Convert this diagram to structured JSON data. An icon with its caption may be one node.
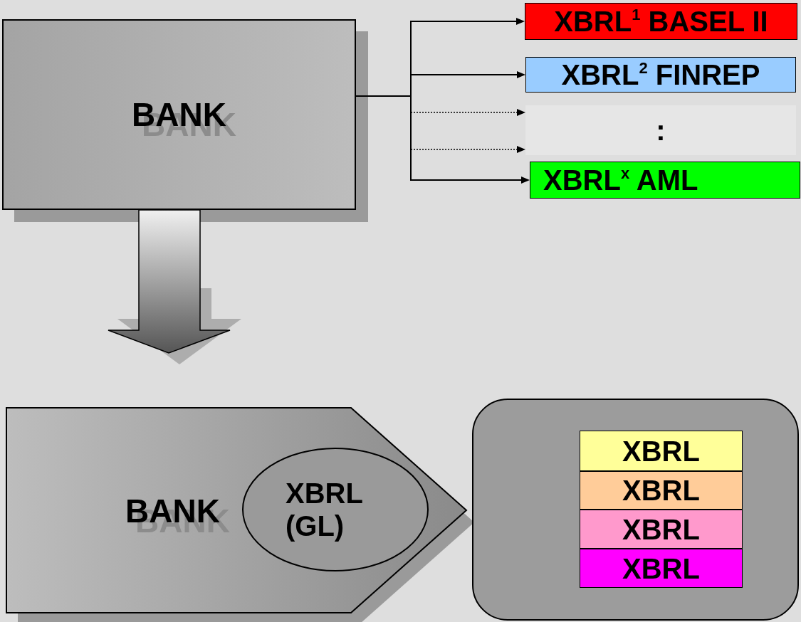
{
  "diagram": {
    "nodes": [
      {
        "text": [
          "BANK"
        ]
      },
      {
        "text": [
          "XBRL$^{1}$ BASEL II"
        ]
      },
      {
        "text": [
          "XBRL$^{2}$ FINREP"
        ]
      },
      {
        "text": [
          ":"
        ]
      },
      {
        "text": [
          "XBRL$^{x}$ AML"
        ]
      },
      {
        "text": [
          "BANK"
        ]
      },
      {
        "text": [
          "XBRL (GL)"
        ],
        "in": 5
      },
      {
        "text": [],
        "shape": "box"
      },
      {
        "text": [
          "XBRL"
        ],
        "in": 7
      },
      {
        "text": [
          "XBRL"
        ],
        "in": 7
      },
      {
        "text": [
          "XBRL"
        ],
        "in": 7
      },
      {
        "text": [
          "XBRL"
        ],
        "in": 7
      }
    ],
    "edges": [
      {
        "from": 0,
        "to": 1,
        "arrow": "to"
      },
      {
        "from": 0,
        "to": 2,
        "arrow": "to"
      },
      {
        "from": 0,
        "to": 3,
        "arrow": "to",
        "style": "dashed"
      },
      {
        "from": 0,
        "to": 3,
        "arrow": "to",
        "style": "dashed"
      },
      {
        "from": 0,
        "to": 4,
        "arrow": "to"
      },
      {
        "from": 0,
        "to": 5,
        "arrow": "to",
        "style": "thick"
      }
    ]
  }
}
